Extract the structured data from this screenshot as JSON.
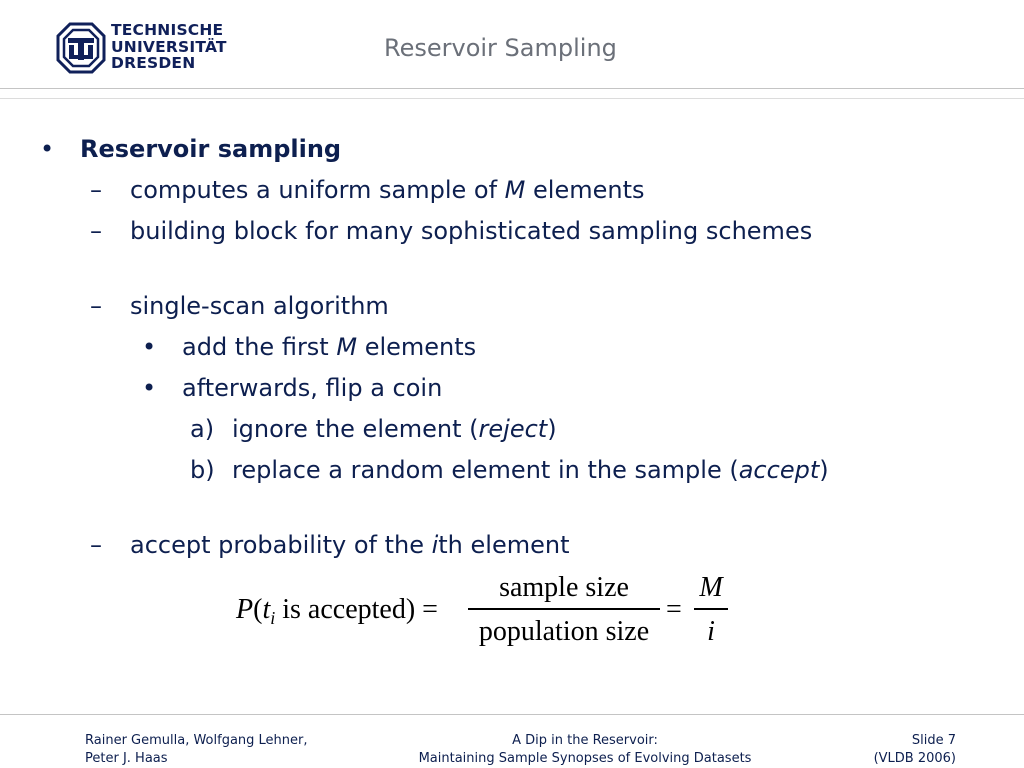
{
  "header": {
    "university_lines": [
      "TECHNISCHE",
      "UNIVERSITÄT",
      "DRESDEN"
    ],
    "title": "Reservoir Sampling"
  },
  "content": {
    "bullet_symbol": "•",
    "dash_symbol": "–",
    "main_bullet": "Reservoir sampling",
    "sub1_pre": "computes a uniform sample of ",
    "sub1_var": "M",
    "sub1_post": " elements",
    "sub2": "building block for many sophisticated sampling schemes",
    "sub3": "single-scan algorithm",
    "sub3_item1_pre": "add the first ",
    "sub3_item1_var": "M",
    "sub3_item1_post": " elements",
    "sub3_item2": "afterwards, flip a coin",
    "option_a_label": "a)",
    "option_a_pre": "ignore the element (",
    "option_a_em": "reject",
    "option_a_post": ")",
    "option_b_label": "b)",
    "option_b_pre": "replace a random element in the sample (",
    "option_b_em": "accept",
    "option_b_post": ")",
    "sub4_pre": "accept probability of the ",
    "sub4_var": "i",
    "sub4_post": "th element"
  },
  "formula": {
    "lhs_P": "P",
    "lhs_open": "(",
    "lhs_t": "t",
    "lhs_sub": "i",
    "lhs_text": " is accepted) =",
    "frac1_num": "sample size",
    "frac1_den": "population size",
    "equals": "=",
    "frac2_num": "M",
    "frac2_den": "i"
  },
  "footer": {
    "authors_line1": "Rainer Gemulla, Wolfgang Lehner,",
    "authors_line2": "Peter J. Haas",
    "talk_line1": "A Dip in the Reservoir:",
    "talk_line2": "Maintaining Sample Synopses of Evolving Datasets",
    "slide_line1": "Slide 7",
    "slide_line2": "(VLDB 2006)"
  },
  "colors": {
    "text": "#0d1f4f",
    "title": "#6b7079",
    "logo": "#10205a",
    "rule": "#c4c4c4"
  }
}
